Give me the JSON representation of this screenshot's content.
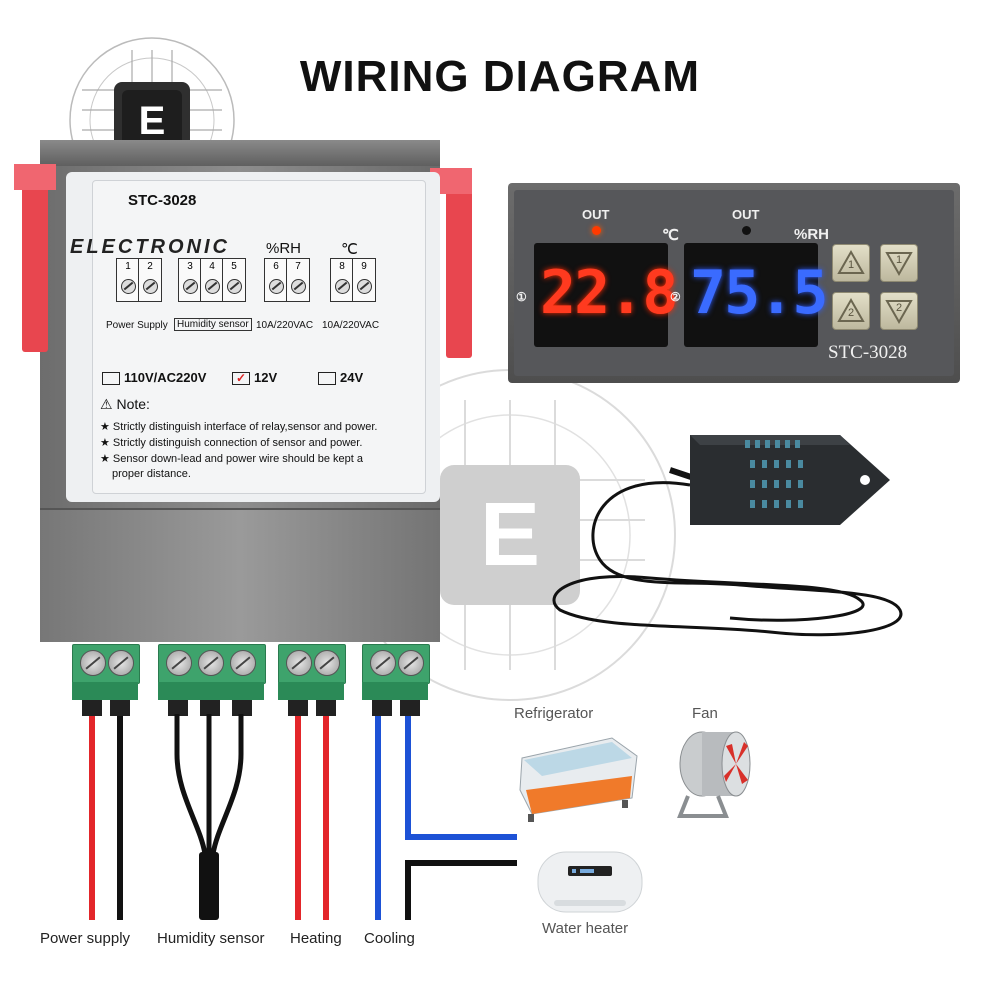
{
  "title": "WIRING DIAGRAM",
  "watermark": {
    "letter": "E"
  },
  "label": {
    "model": "STC-3028",
    "brand": "ELECTRONIC",
    "unit_rh": "%RH",
    "unit_c": "℃",
    "terminals": [
      "1",
      "2",
      "3",
      "4",
      "5",
      "6",
      "7",
      "8",
      "9"
    ],
    "power_supply": "Power Supply",
    "humidity_sensor": "Humidity sensor",
    "relay1": "10A/220VAC",
    "relay2": "10A/220VAC",
    "voltage_options": [
      {
        "label": "110V/AC220V",
        "checked": false
      },
      {
        "label": "12V",
        "checked": true
      },
      {
        "label": "24V",
        "checked": false
      }
    ],
    "note_title": "Note:",
    "notes": [
      "Strictly distinguish interface of relay,sensor and power.",
      "Strictly distinguish connection of sensor and power.",
      "Sensor down-lead and power wire should be kept a",
      "proper distance."
    ]
  },
  "panel": {
    "out1": "OUT",
    "out2": "OUT",
    "unit_c": "℃",
    "unit_rh": "%RH",
    "temp_value": "22.8",
    "humidity_value": "75.5",
    "marker1": "①",
    "marker2": "②",
    "model": "STC-3028",
    "keys": [
      "1",
      "1",
      "2",
      "2"
    ],
    "colors": {
      "temp": "#ff3a1f",
      "humidity": "#3a6bff",
      "led": "#ff3a00"
    }
  },
  "connections": [
    {
      "label": "Power supply",
      "wires": [
        "red",
        "black"
      ]
    },
    {
      "label": "Humidity sensor",
      "wires": [
        "black",
        "black",
        "black"
      ]
    },
    {
      "label": "Heating",
      "wires": [
        "red",
        "red"
      ]
    },
    {
      "label": "Cooling",
      "wires": [
        "blue",
        "blue"
      ]
    }
  ],
  "appliances": {
    "refrigerator": "Refrigerator",
    "fan": "Fan",
    "water_heater": "Water heater"
  }
}
